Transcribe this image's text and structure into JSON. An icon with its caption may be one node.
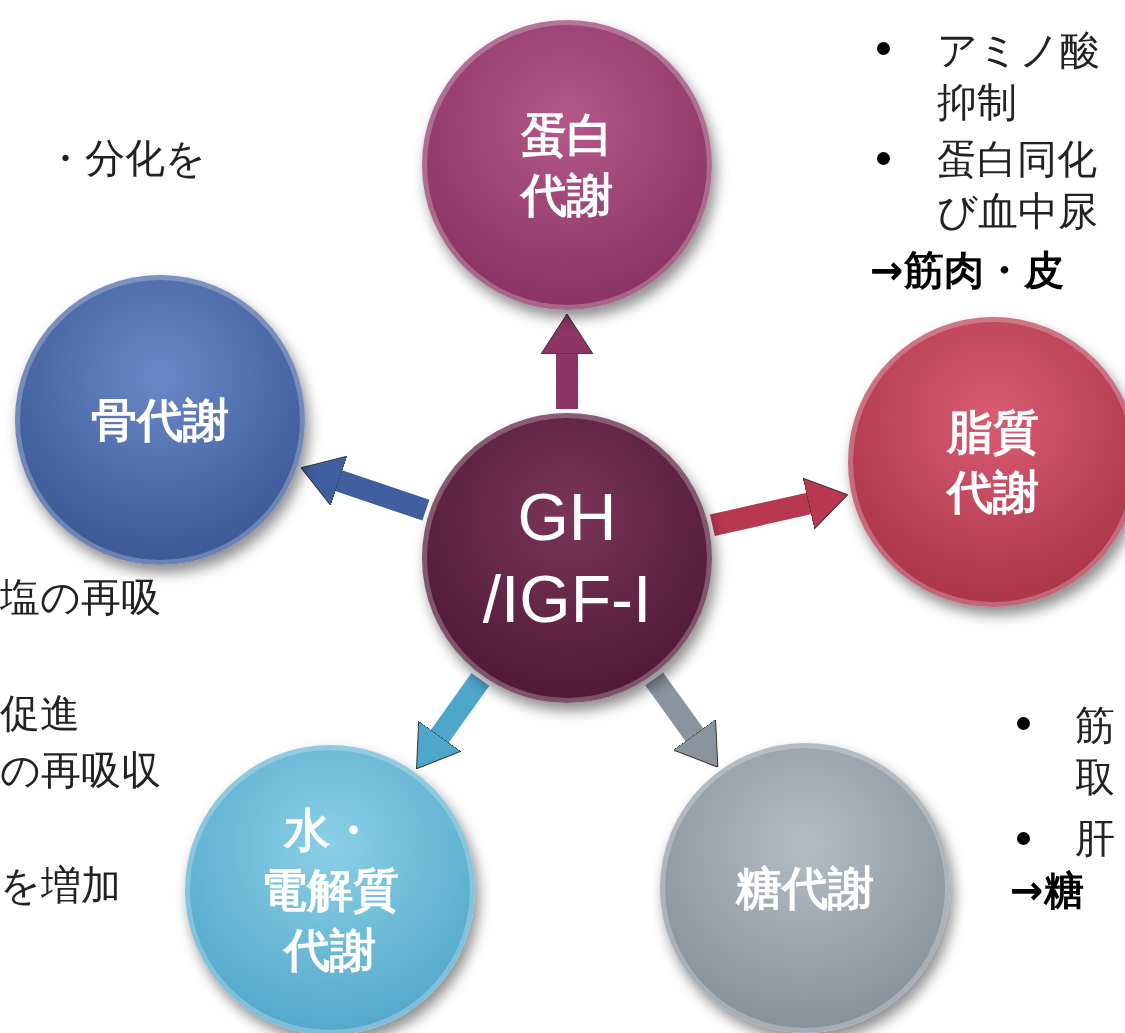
{
  "diagram": {
    "nodes": [
      {
        "text": [
          "蛋白代謝"
        ]
      },
      {
        "text": [
          "骨代謝"
        ]
      },
      {
        "text": [
          "GH /IGF-I"
        ]
      },
      {
        "text": [
          "脂質代謝"
        ]
      },
      {
        "text": [
          "水・電解質代謝"
        ]
      },
      {
        "text": [
          "糖代謝"
        ]
      }
    ],
    "edges": [
      {
        "from": 2,
        "to": 0,
        "arrow": "to",
        "color": "#8e3566"
      },
      {
        "from": 2,
        "to": 1,
        "arrow": "to",
        "color": "#3f5f9e"
      },
      {
        "from": 2,
        "to": 3,
        "arrow": "to",
        "color": "#b8384f"
      },
      {
        "from": 2,
        "to": 4,
        "arrow": "to",
        "color": "#4fa6cb"
      },
      {
        "from": 2,
        "to": 5,
        "arrow": "to",
        "color": "#8a949e"
      }
    ],
    "labels": [
      "・分化を",
      "アミノ酸",
      "抑制",
      "蛋白同化",
      "び血中尿",
      "→筋肉・皮",
      "塩の再吸",
      "促進",
      "の再吸収",
      "筋",
      "取",
      "肝",
      "を増加",
      "→糖"
    ]
  }
}
